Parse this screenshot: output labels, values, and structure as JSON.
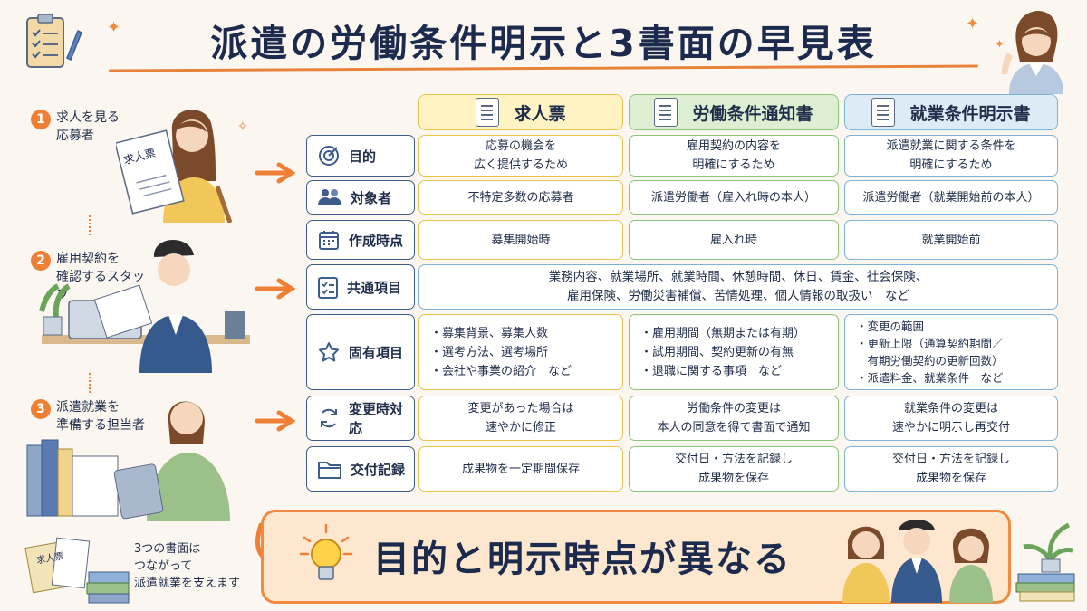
{
  "title": "派遣の労働条件明示と3書面の早見表",
  "steps": [
    {
      "num": "1",
      "text": "求人を見る\n応募者"
    },
    {
      "num": "2",
      "text": "雇用契約を\n確認するスタッフ"
    },
    {
      "num": "3",
      "text": "派遣就業を\n準備する担当者"
    }
  ],
  "illus_paper_label": "求人票",
  "columns": [
    "求人票",
    "労働条件通知書",
    "就業条件明示書"
  ],
  "rows": [
    {
      "label": "目的",
      "icon": "target-icon",
      "cells": [
        "応募の機会を\n広く提供するため",
        "雇用契約の内容を\n明確にするため",
        "派遣就業に関する条件を\n明確にするため"
      ]
    },
    {
      "label": "対象者",
      "icon": "people-icon",
      "cells": [
        "不特定多数の応募者",
        "派遣労働者（雇入れ時の本人）",
        "派遣労働者（就業開始前の本人）"
      ]
    },
    {
      "label": "作成時点",
      "icon": "calendar-icon",
      "cells": [
        "募集開始時",
        "雇入れ時",
        "就業開始前"
      ]
    },
    {
      "label": "共通項目",
      "icon": "checklist-icon",
      "merged": "業務内容、就業場所、就業時間、休憩時間、休日、賃金、社会保険、\n雇用保険、労働災害補償、苦情処理、個人情報の取扱い　など"
    },
    {
      "label": "固有項目",
      "icon": "star-icon",
      "cells": [
        "・募集背景、募集人数\n・選考方法、選考場所\n・会社や事業の紹介　など",
        "・雇用期間（無期または有期）\n・試用期間、契約更新の有無\n・退職に関する事項　など",
        "・変更の範囲\n・更新上限（通算契約期間／\n　有期労働契約の更新回数）\n・派遣料金、就業条件　など"
      ]
    },
    {
      "label": "変更時対応",
      "icon": "refresh-icon",
      "cells": [
        "変更があった場合は\n速やかに修正",
        "労働条件の変更は\n本人の同意を得て書面で通知",
        "就業条件の変更は\n速やかに明示し再交付"
      ]
    },
    {
      "label": "交付記録",
      "icon": "folder-icon",
      "cells": [
        "成果物を一定期間保存",
        "交付日・方法を記録し\n成果物を保存",
        "交付日・方法を記録し\n成果物を保存"
      ]
    }
  ],
  "note": "3つの書面は\nつながって\n派遣就業を支えます",
  "note_paper_label": "求人票",
  "banner": "目的と明示時点が異なる",
  "colors": {
    "accent": "#ef7f35",
    "col1": "#fff3c4",
    "col2": "#dcefd2",
    "col3": "#dcebf6",
    "navy": "#1c2b4d"
  }
}
